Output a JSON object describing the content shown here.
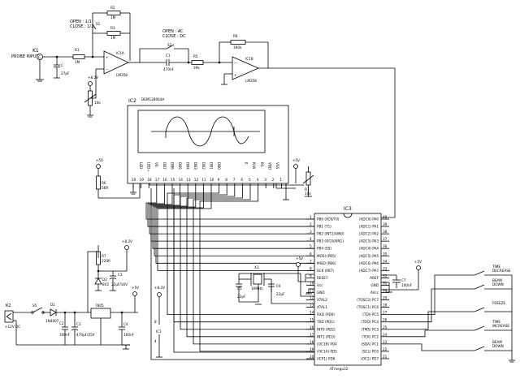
{
  "components": {
    "k1": "K1",
    "probe_input": "PROBE INPUT",
    "c_k1": "C",
    "r1": "R1",
    "r1_val": "1M",
    "c_in_val": "27pF",
    "s1": "S1",
    "s1_open": "OPEN : 1/1",
    "s1_close": "CLOSE : 1/2",
    "r2": "R2",
    "r2_val": "1M",
    "r3": "R3",
    "r3_val": "1M",
    "ic1a": "IC1A",
    "ic1a_type": "LM358",
    "rt_val": "10k",
    "supply_82_a": "+8.2V",
    "s2": "S2",
    "s2_open": "OPEN : AC",
    "s2_close": "CLOSE : DC",
    "c1": "C1",
    "c1_val": "470nF",
    "r5": "R5",
    "r5_val": "39k",
    "r6": "R6",
    "r6_val": "390k",
    "ic1b": "IC1B",
    "ic1b_type": "LM358",
    "ic2": "IC2",
    "ic2_type": "DEM128064A",
    "lcd_pins": [
      "LED-",
      "LED+",
      "V0",
      "DB7",
      "DB6",
      "DB5",
      "DB4",
      "DB3",
      "DB2",
      "DB1",
      "DB0",
      "E",
      "R/W",
      "RS",
      "VDD",
      "VSS"
    ],
    "lcd_pin_numbers": [
      "20",
      "19",
      "18",
      "17",
      "16",
      "15",
      "14",
      "13",
      "12",
      "11",
      "10",
      "9",
      "8",
      "7",
      "6",
      "5",
      "4",
      "3",
      "2",
      "1"
    ],
    "supply_5v_a": "+5V",
    "supply_5v_b": "+5V",
    "r_led": "R6",
    "r_led_val": "56R",
    "r_contrast": "R7",
    "r_contrast_val": "10k",
    "ic3": "IC3",
    "ic3_type": "ATmega32",
    "left_pins": [
      "PB0 (XCK/T0)",
      "PB1 (T1)",
      "PB2 (INT2/AIN0)",
      "PB3 (OC0/AIN1)",
      "PB4 (SS)",
      "MOSI (PB5)",
      "MISO (PB6)",
      "SCK (PB7)",
      "RESET",
      "Vcc",
      "GND",
      "XTAL2",
      "XTAL1",
      "RXD (PD0)",
      "TXD (PD1)",
      "INT0 (PD2)",
      "INT1 (PD3)",
      "(OC1B) PD4",
      "(OC1A) PD5",
      "(ICP1) PD6"
    ],
    "left_pin_numbers": [
      "1",
      "2",
      "3",
      "4",
      "5",
      "6",
      "7",
      "8",
      "9",
      "10",
      "11",
      "12",
      "13",
      "14",
      "15",
      "16",
      "17",
      "18",
      "19",
      "20"
    ],
    "right_pins": [
      "(ADC0) PA0",
      "(ADC1) PA1",
      "(ADC2) PA2",
      "(ADC3) PA3",
      "(ADC4) PA4",
      "(ADC5) PA5",
      "(ADC6) PA6",
      "(ADC7) PA7",
      "AREF",
      "GND",
      "AVcc",
      "(TOSC2) PC7",
      "(TOSC1) PC6",
      "(TDI) PC5",
      "(TDO) PC4",
      "(TMS) PC3",
      "(TCK) PC2",
      "(SDA) PC1",
      "(SCL) PC0",
      "(OC2) PD7"
    ],
    "right_pin_numbers": [
      "40",
      "39",
      "38",
      "37",
      "36",
      "35",
      "34",
      "33",
      "32",
      "31",
      "30",
      "29",
      "28",
      "27",
      "26",
      "25",
      "24",
      "23",
      "22",
      "21"
    ],
    "x1": "X1",
    "x1_val": "16MHz",
    "c5": "C5",
    "c5_val": "22pF",
    "c6": "C6",
    "c6_val": "22pF",
    "supply_5v_c": "+5V",
    "supply_5v_d": "+5V",
    "c7": "C7",
    "c7_val": "100nF",
    "switches": [
      "TIME DECREASE",
      "BEAM DOWN",
      "FREEZE",
      "TIME INCREASE",
      "BEAM DOWN"
    ],
    "k2": "K2",
    "k2_label": "+12V DC",
    "s5": "S5",
    "d1": "D1",
    "d1_type": "1N4007",
    "c2": "C2",
    "c2_val": "100nF",
    "c3": "C3",
    "c3_val": "470µF/25V",
    "ic4": "7805",
    "c4": "C4",
    "c4_val": "100nF",
    "supply_5v_e": "+5V",
    "r8": "R7",
    "r8_val": "220R",
    "d2": "D2",
    "d2_type": "8V2",
    "c_zener": "C3",
    "c_zener_val": "22µF/16V",
    "supply_82_b": "+8.2V",
    "supply_82_c": "+8.2V",
    "ic1_power": "IC1",
    "ic1_pin8": "8",
    "ic1_pin4": "4"
  }
}
